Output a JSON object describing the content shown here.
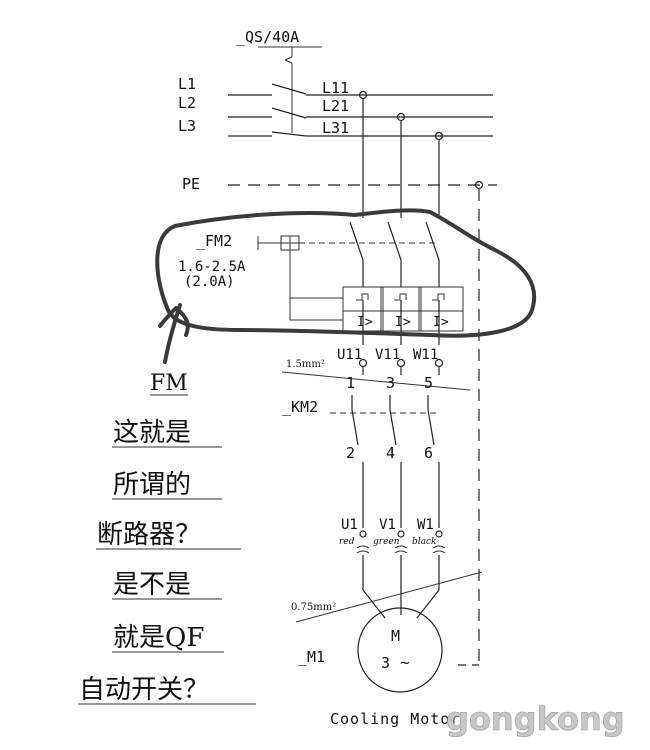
{
  "qs": {
    "label": "_QS/40A"
  },
  "lines": {
    "l1": "L1",
    "l2": "L2",
    "l3": "L3",
    "l11": "L11",
    "l21": "L21",
    "l31": "L31",
    "pe": "PE"
  },
  "fm2": {
    "name": "_FM2",
    "range": "1.6-2.5A",
    "setting": "(2.0A)",
    "trip_label": "I>"
  },
  "wiring": {
    "upper_size": "1.5mm²",
    "lower_size": "0.75mm²",
    "top_terminals": [
      "U11",
      "V11",
      "W11"
    ],
    "km_in": [
      "1",
      "3",
      "5"
    ],
    "km_out": [
      "2",
      "4",
      "6"
    ],
    "motor_terminals": [
      "U1",
      "V1",
      "W1"
    ],
    "wire_colors": [
      "red",
      "green",
      "black"
    ]
  },
  "km2": {
    "name": "_KM2"
  },
  "motor": {
    "name": "_M1",
    "symbol": "M",
    "phase": "3",
    "ac": "~",
    "caption": "Cooling Motor"
  },
  "annotation": {
    "fm": "FM",
    "line1": "这就是",
    "line2": "所谓的",
    "line3": "断路器？",
    "line4": "是不是",
    "line5": "就是QF",
    "line6": "自动开关？"
  },
  "watermark": "gongkong",
  "colors": {
    "ink": "#222222",
    "hand": "#3a3a3a",
    "watermark": "#c7c7c7"
  }
}
